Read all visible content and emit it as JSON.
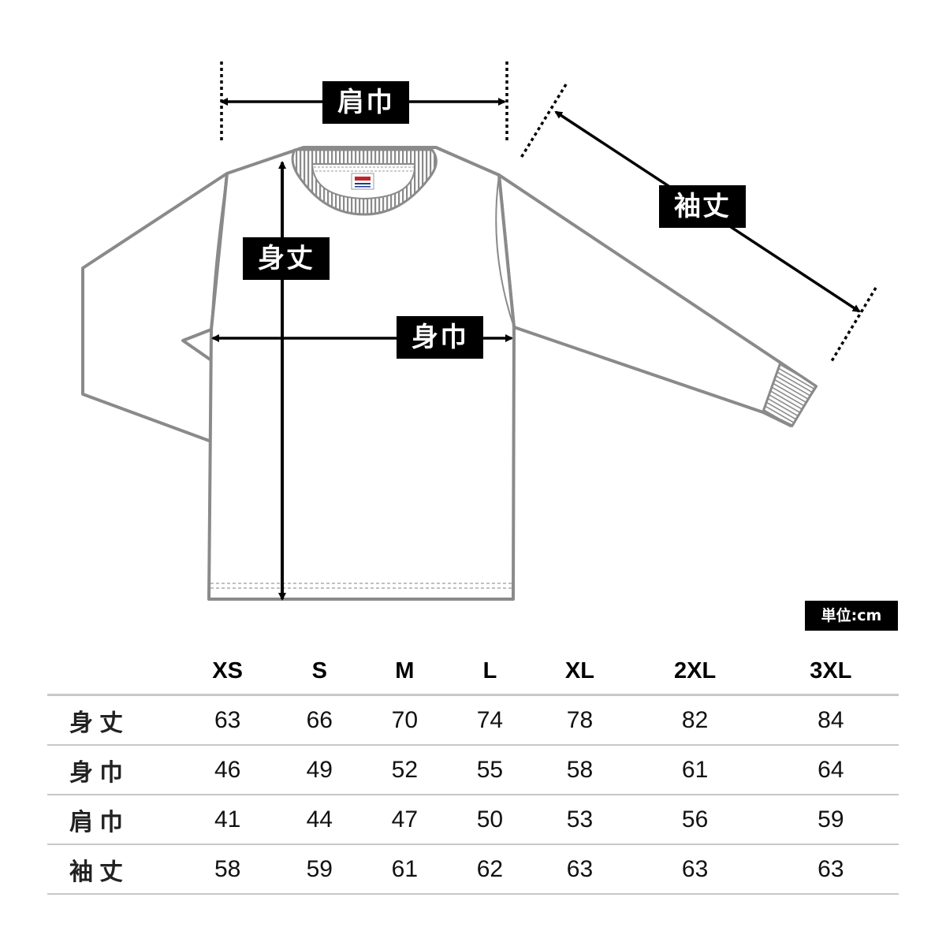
{
  "diagram": {
    "garment": "long-sleeve-tshirt",
    "outline_color": "#8a8a8a",
    "arrow_color": "#000000",
    "labels": {
      "shoulder_width": "肩巾",
      "sleeve_length": "袖丈",
      "body_length": "身丈",
      "body_width": "身巾"
    },
    "unit_label": "単位:cm"
  },
  "table": {
    "columns": [
      "XS",
      "S",
      "M",
      "L",
      "XL",
      "2XL",
      "3XL"
    ],
    "rows": [
      {
        "label": "身丈",
        "values": [
          "63",
          "66",
          "70",
          "74",
          "78",
          "82",
          "84"
        ]
      },
      {
        "label": "身巾",
        "values": [
          "46",
          "49",
          "52",
          "55",
          "58",
          "61",
          "64"
        ]
      },
      {
        "label": "肩巾",
        "values": [
          "41",
          "44",
          "47",
          "50",
          "53",
          "56",
          "59"
        ]
      },
      {
        "label": "袖丈",
        "values": [
          "58",
          "59",
          "61",
          "62",
          "63",
          "63",
          "63"
        ]
      }
    ]
  }
}
